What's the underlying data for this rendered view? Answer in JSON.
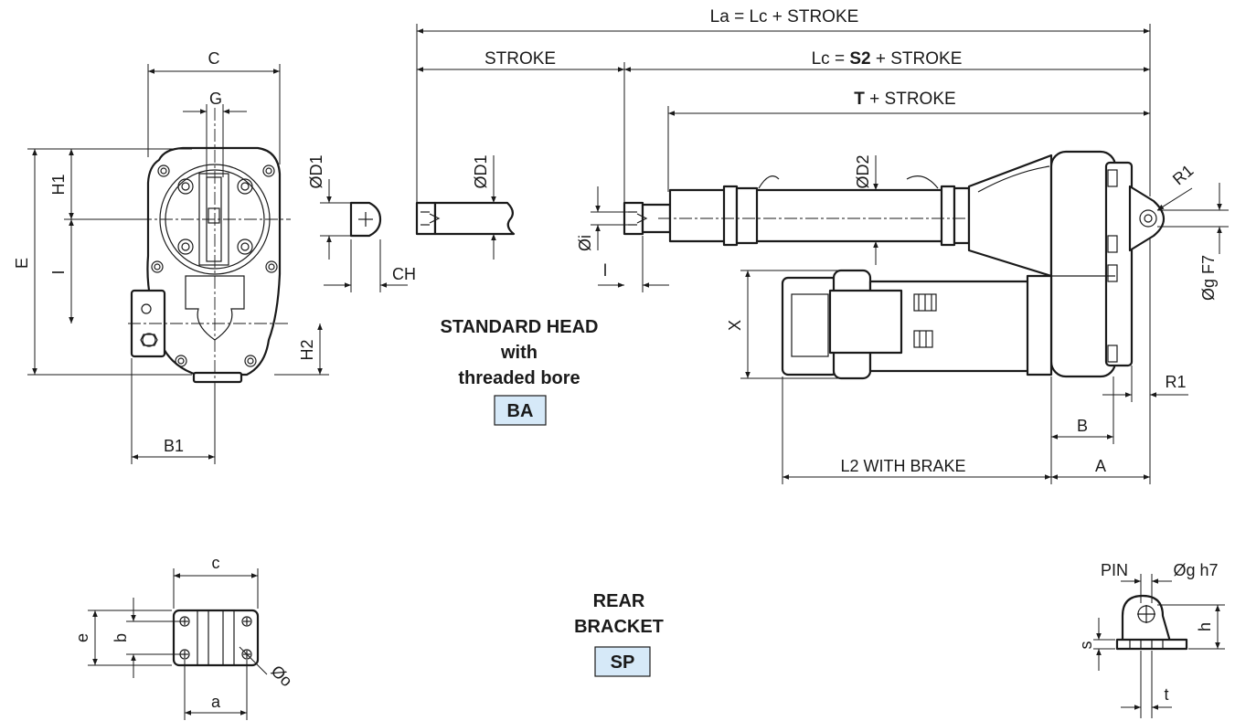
{
  "top_dims": {
    "la": "La = Lc + STROKE",
    "stroke": "STROKE",
    "lc_prefix": "Lc = ",
    "lc_bold": "S2",
    "lc_suffix": " + STROKE",
    "t_bold": "T",
    "t_suffix": " + STROKE"
  },
  "front_view": {
    "c": "C",
    "g": "G",
    "h1": "H1",
    "e": "E",
    "i": "I",
    "h2": "H2",
    "b1": "B1"
  },
  "head_detail": {
    "d1": "ØD1",
    "ch": "CH"
  },
  "actuator_view": {
    "d1": "ØD1",
    "d2": "ØD2",
    "bore": "Øi",
    "l": "l",
    "x": "X",
    "r1_top": "R1",
    "r1_side": "R1",
    "g_fit": "Øg F7",
    "b": "B",
    "a": "A",
    "l2": "L2   WITH BRAKE"
  },
  "head_label": {
    "line1": "STANDARD  HEAD",
    "line2": "with",
    "line3": "threaded  bore",
    "code": "BA"
  },
  "bracket_label": {
    "line1": "REAR",
    "line2": "BRACKET",
    "code": "SP"
  },
  "bracket_plan": {
    "c": "c",
    "e": "e",
    "b": "b",
    "a": "a",
    "o": "Øo"
  },
  "pin_view": {
    "pin": "PIN",
    "g_fit": "Øg  h7",
    "s": "s",
    "h": "h",
    "t": "t"
  }
}
